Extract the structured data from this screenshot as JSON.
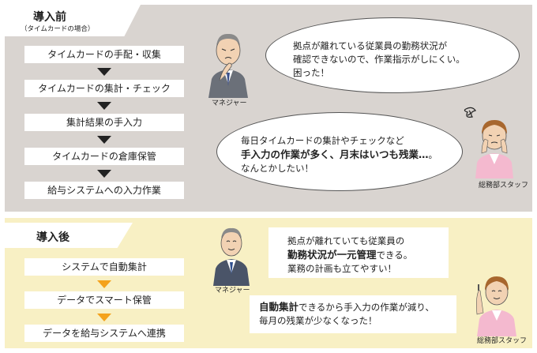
{
  "before": {
    "title": "導入前",
    "subtitle": "（タイムカードの場合）",
    "steps": [
      "タイムカードの手配・収集",
      "タイムカードの集計・チェック",
      "集計結果の手入力",
      "タイムカードの倉庫保管",
      "給与システムへの入力作業"
    ],
    "manager": {
      "caption": "マネジャー",
      "speech": [
        "拠点が離れている従業員の勤務状況が",
        "確認できないので、作業指示がしにくい。",
        "困った！"
      ]
    },
    "staff": {
      "caption": "総務部スタッフ",
      "speech_line1": "毎日タイムカードの集計やチェックなど",
      "speech_line2_bold": "手入力の作業が多く、月末はいつも残業…",
      "speech_line2_end": "。",
      "speech_line3": "なんとかしたい！"
    }
  },
  "after": {
    "title": "導入後",
    "steps": [
      "システムで自動集計",
      "データでスマート保管",
      "データを給与システムへ連携"
    ],
    "manager": {
      "caption": "マネジャー",
      "speech_line1": "拠点が離れていても従業員の",
      "speech_line2_bold": "勤務状況が一元管理",
      "speech_line2_end": "できる。",
      "speech_line3": "業務の計画も立てやすい！"
    },
    "staff": {
      "caption": "総務部スタッフ",
      "speech_line1_bold": "自動集計",
      "speech_line1_end": "できるから手入力の作業が減り、",
      "speech_line2": "毎月の残業が少なくなった！"
    }
  },
  "colors": {
    "before_bg": "#d9d4d0",
    "after_bg": "#f8f0c4",
    "arrow_before": "#222222",
    "arrow_after": "#f4a21c"
  }
}
